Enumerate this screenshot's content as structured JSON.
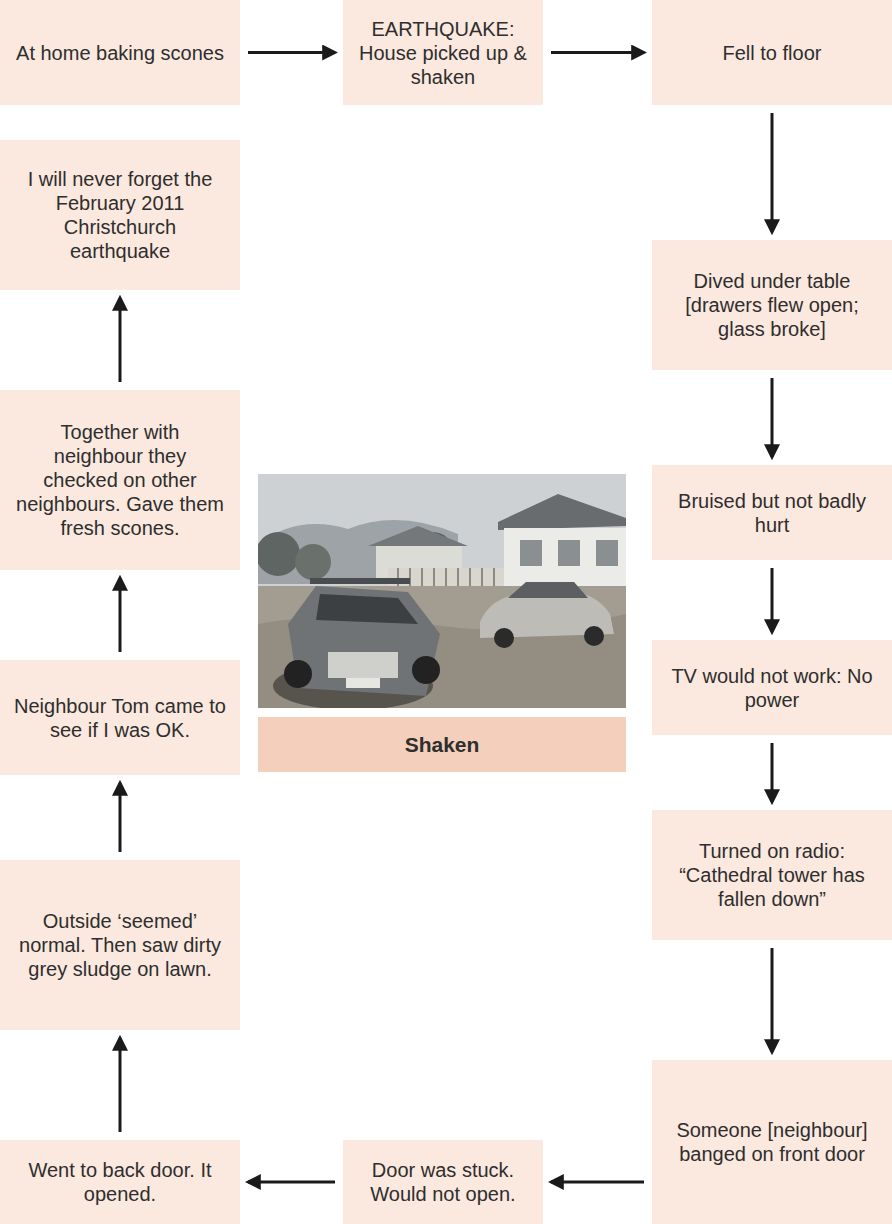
{
  "diagram": {
    "nodes": [
      {
        "text": [
          "At home baking scones"
        ]
      },
      {
        "text": [
          "EARTHQUAKE: House picked up & shaken"
        ]
      },
      {
        "text": [
          "Fell to floor"
        ]
      },
      {
        "text": [
          "Dived under table [drawers flew open; glass broke]"
        ]
      },
      {
        "text": [
          "Bruised but not badly hurt"
        ]
      },
      {
        "text": [
          "TV would not work: No power"
        ]
      },
      {
        "text": [
          "Turned on radio: “Cathedral tower has fallen down”"
        ]
      },
      {
        "text": [
          "Someone [neighbour] banged on front door"
        ]
      },
      {
        "text": [
          "Door was stuck. Would not open."
        ]
      },
      {
        "text": [
          "Went to back door. It opened."
        ]
      },
      {
        "text": [
          "Outside ‘seemed’ normal. Then saw dirty grey sludge on lawn."
        ]
      },
      {
        "text": [
          "Neighbour Tom came to see if I was OK."
        ]
      },
      {
        "text": [
          "Together with neighbour they checked on other neighbours. Gave them fresh scones."
        ]
      },
      {
        "text": [
          "I will never forget the February 2011 Christchurch earthquake"
        ]
      },
      {
        "text": [
          "Shaken"
        ]
      }
    ],
    "edges": [
      {
        "from": 0,
        "to": 1,
        "arrow": "to"
      },
      {
        "from": 1,
        "to": 2,
        "arrow": "to"
      },
      {
        "from": 2,
        "to": 3,
        "arrow": "to"
      },
      {
        "from": 3,
        "to": 4,
        "arrow": "to"
      },
      {
        "from": 4,
        "to": 5,
        "arrow": "to"
      },
      {
        "from": 5,
        "to": 6,
        "arrow": "to"
      },
      {
        "from": 6,
        "to": 7,
        "arrow": "to"
      },
      {
        "from": 7,
        "to": 8,
        "arrow": "to"
      },
      {
        "from": 8,
        "to": 9,
        "arrow": "to"
      },
      {
        "from": 9,
        "to": 10,
        "arrow": "to"
      },
      {
        "from": 10,
        "to": 11,
        "arrow": "to"
      },
      {
        "from": 11,
        "to": 12,
        "arrow": "to"
      },
      {
        "from": 12,
        "to": 13,
        "arrow": "to"
      }
    ]
  }
}
